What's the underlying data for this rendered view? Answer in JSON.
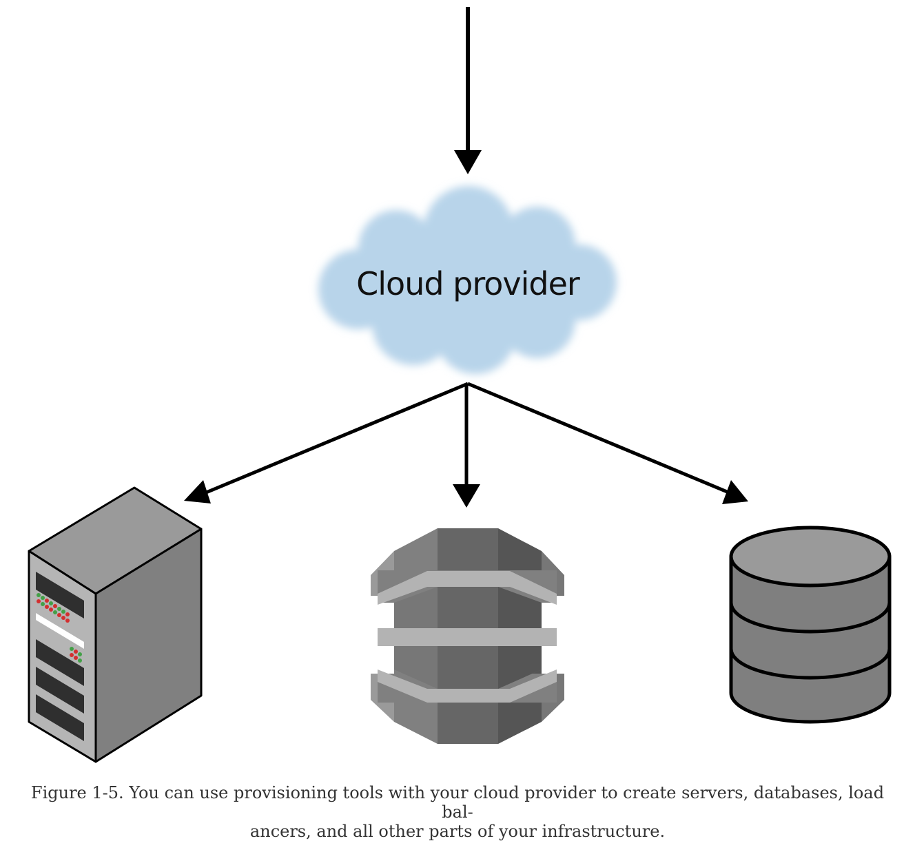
{
  "diagram": {
    "nodes": {
      "cloud": {
        "label": "Cloud provider"
      },
      "server": {
        "icon": "server-rack-icon"
      },
      "load_balancer": {
        "icon": "load-balancer-icon"
      },
      "database": {
        "icon": "database-icon"
      }
    },
    "colors": {
      "cloud": "#b8d4ea",
      "arrow": "#000000",
      "icon_light": "#9a9a9a",
      "icon_mid": "#808080",
      "icon_dark": "#606060",
      "led_red": "#d32f2f",
      "led_green": "#43a047"
    }
  },
  "caption": {
    "line1": "Figure 1-5. You can use provisioning tools with your cloud provider to create servers, databases, load bal-",
    "line2": "ancers, and all other parts of your infrastructure."
  }
}
